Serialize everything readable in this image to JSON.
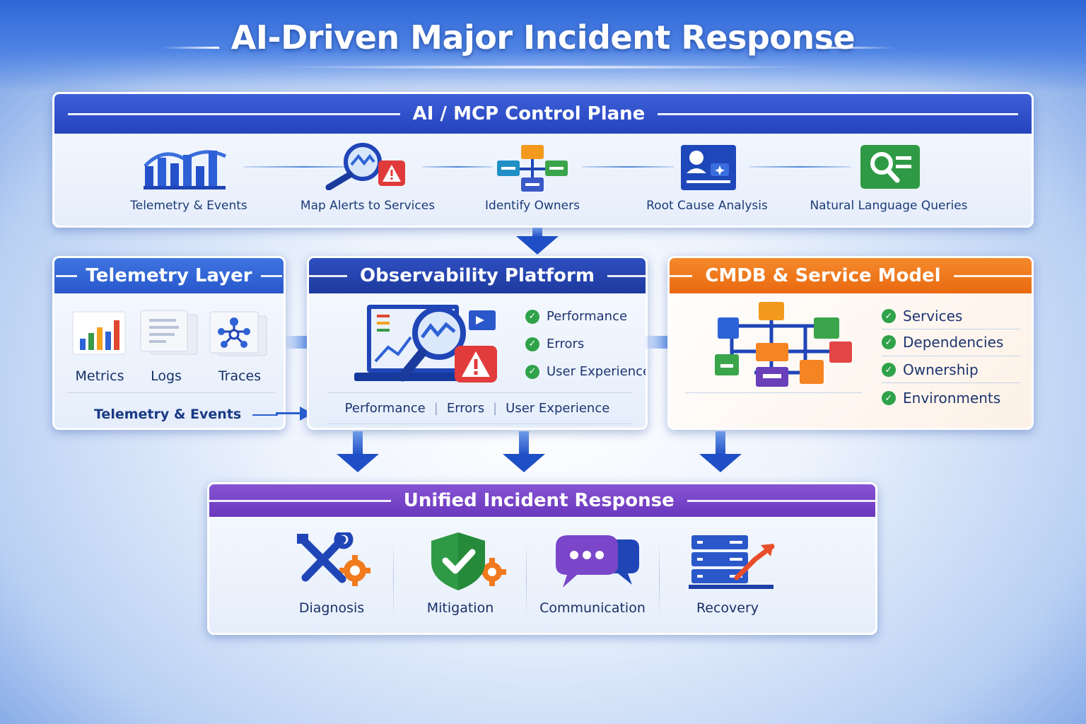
{
  "title": "AI-Driven Major Incident Response",
  "control_plane": {
    "header": "AI / MCP Control Plane",
    "items": [
      {
        "label": "Telemetry & Events",
        "icon": "bar-chart-icon"
      },
      {
        "label": "Map Alerts to Services",
        "icon": "magnifier-alert-icon"
      },
      {
        "label": "Identify Owners",
        "icon": "org-chart-icon"
      },
      {
        "label": "Root Cause Analysis",
        "icon": "profile-card-icon"
      },
      {
        "label": "Natural Language Queries",
        "icon": "search-list-icon"
      }
    ]
  },
  "telemetry_layer": {
    "header": "Telemetry Layer",
    "items": [
      {
        "label": "Metrics",
        "icon": "metrics-icon"
      },
      {
        "label": "Logs",
        "icon": "logs-icon"
      },
      {
        "label": "Traces",
        "icon": "traces-icon"
      }
    ],
    "footer": "Telemetry & Events"
  },
  "observability": {
    "header": "Observability Platform",
    "checks": [
      "Performance",
      "Errors",
      "User Experience"
    ],
    "footer": [
      "Performance",
      "Errors",
      "User Experience"
    ]
  },
  "cmdb": {
    "header": "CMDB & Service Model",
    "checks": [
      "Services",
      "Dependencies",
      "Ownership",
      "Environments"
    ]
  },
  "unified": {
    "header": "Unified Incident Response",
    "items": [
      {
        "label": "Diagnosis",
        "icon": "tools-gear-icon"
      },
      {
        "label": "Mitigation",
        "icon": "shield-check-icon"
      },
      {
        "label": "Communication",
        "icon": "chat-bubbles-icon"
      },
      {
        "label": "Recovery",
        "icon": "server-growth-icon"
      }
    ]
  },
  "colors": {
    "control_plane": "#2f4fc9",
    "telemetry": "#2d63d3",
    "observability": "#1f3fae",
    "cmdb": "#f07a1e",
    "unified": "#7a47c8",
    "check": "#2fa24a"
  }
}
